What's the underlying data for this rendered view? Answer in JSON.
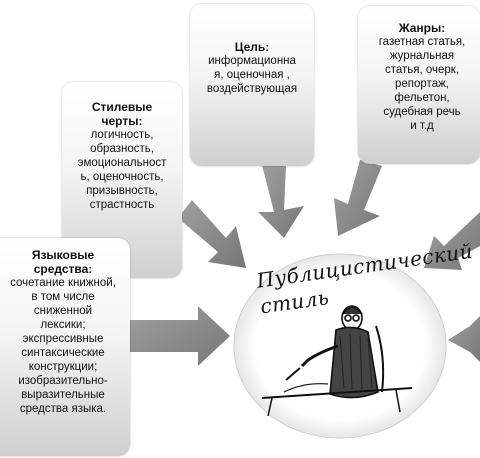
{
  "center": {
    "label": "Публицистический\nстиль"
  },
  "cards": {
    "style": {
      "title": "Стилевые\nчерты:",
      "text": "логичность,\nобразность,\nэмоциональност\nь, оценочность,\nпризывность,\nстрастность"
    },
    "goal": {
      "title": "Цель:",
      "text": "информационна\nя, оценочная ,\nвоздействующая"
    },
    "genre": {
      "title": "Жанры:",
      "text": "газетная статья,\nжурнальная\nстатья, очерк,\nрепортаж,\nфельетон,\nсудебная речь\nи т.д"
    },
    "lang": {
      "title": "Языковые\nсредства:",
      "text": "сочетание книжной,\nв том числе\nсниженной\nлексики;\nэкспрессивные\nсинтаксические\nконструкции;\nизобразительно-\nвыразительные\nсредства языка."
    }
  },
  "colors": {
    "arrow": "#8a8a8a",
    "arrow_dark": "#6f6f6f",
    "ink": "#111111"
  }
}
